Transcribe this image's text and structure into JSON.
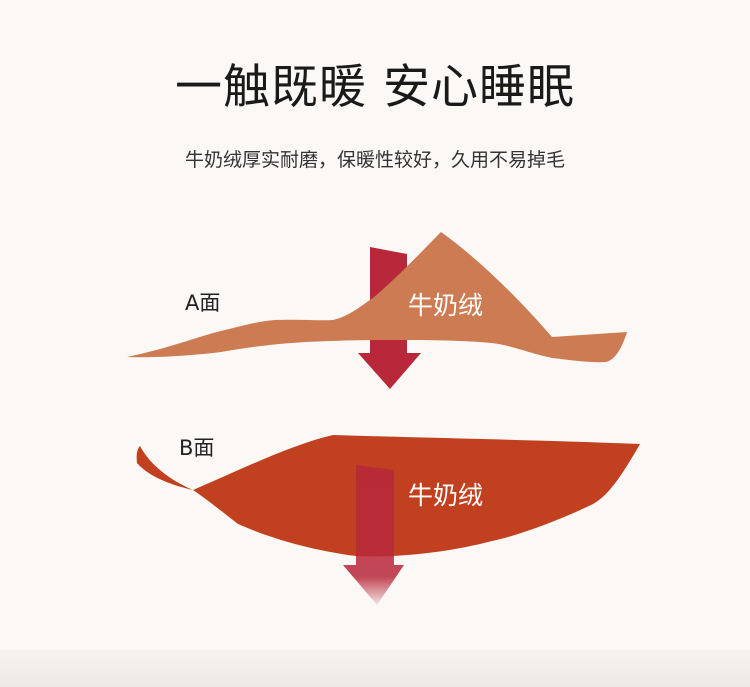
{
  "header": {
    "title": "一触既暖 安心睡眠",
    "subtitle": "牛奶绒厚实耐磨，保暖性较好，久用不易掉毛"
  },
  "diagram": {
    "side_a": {
      "label": "A面",
      "material": "牛奶绒",
      "color": "#cc7b52"
    },
    "side_b": {
      "label": "B面",
      "material": "牛奶绒",
      "color": "#c1401f"
    },
    "arrow_color": "#b8283a"
  }
}
